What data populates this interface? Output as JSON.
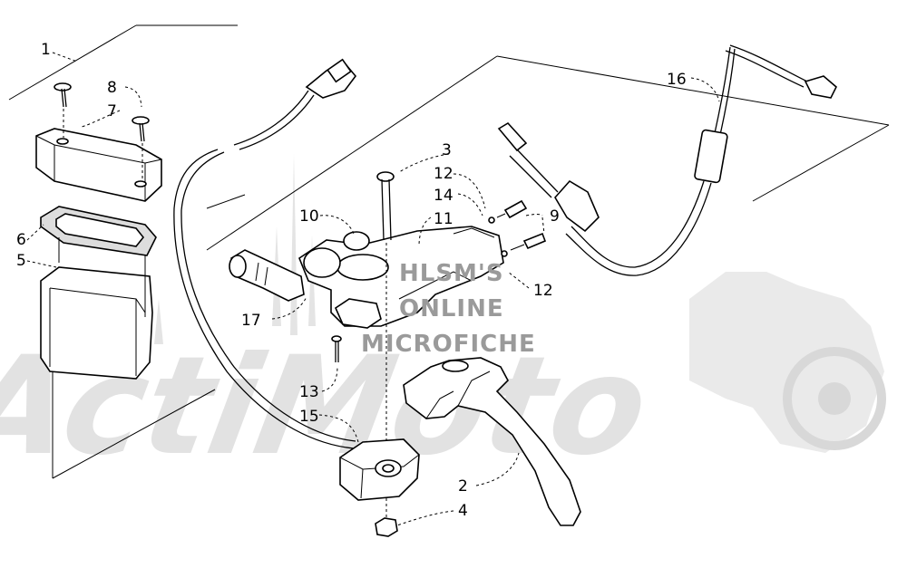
{
  "watermark": {
    "line1": "HLSM'S",
    "line2": "ONLINE",
    "line3": "MICROFICHE",
    "logo_text": "ActiMoto"
  },
  "callouts": {
    "c1": "1",
    "c2": "2",
    "c3": "3",
    "c4": "4",
    "c5": "5",
    "c6": "6",
    "c7": "7",
    "c8": "8",
    "c9": "9",
    "c10": "10",
    "c11": "11",
    "c12a": "12",
    "c12b": "12",
    "c13": "13",
    "c14": "14",
    "c15": "15",
    "c16": "16",
    "c17": "17"
  }
}
